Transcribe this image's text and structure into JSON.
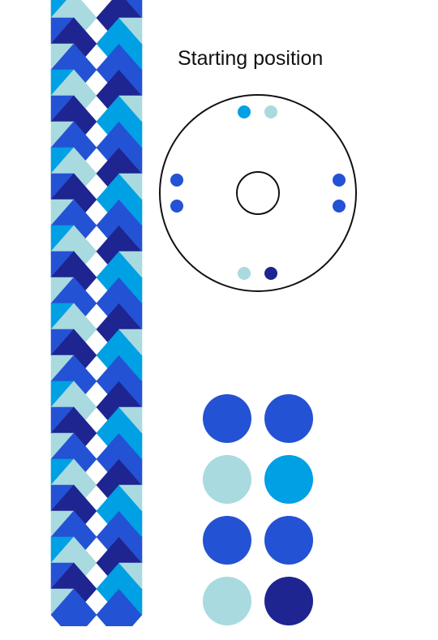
{
  "title": "Starting position",
  "colors": {
    "blue": "#2452d4",
    "light": "#a8dadf",
    "cyan": "#00a0e4",
    "navy": "#1e2490",
    "line": "#111111"
  },
  "braid_cells": [
    "CLDB",
    "BDCL",
    "LBBC",
    "CLDB",
    "BDCL",
    "LBBC",
    "CLDB",
    "BDCL",
    "LBBC",
    "CLDB",
    "BDCL",
    "LBBC",
    "CLDB",
    "BDCL",
    "LBBC",
    "CLDB",
    "BDCL",
    "LBBC",
    "CLDB",
    "BDCL",
    "LBBC",
    "CLDB",
    "BDCL",
    "LBBC"
  ],
  "disk_dots": [
    {
      "id": "top-left",
      "color": "cyan"
    },
    {
      "id": "top-right",
      "color": "light"
    },
    {
      "id": "left-upper",
      "color": "blue"
    },
    {
      "id": "left-lower",
      "color": "blue"
    },
    {
      "id": "right-upper",
      "color": "blue"
    },
    {
      "id": "right-lower",
      "color": "blue"
    },
    {
      "id": "bottom-left",
      "color": "light"
    },
    {
      "id": "bottom-right",
      "color": "navy"
    }
  ],
  "legend_grid": [
    [
      "blue",
      "blue"
    ],
    [
      "light",
      "cyan"
    ],
    [
      "blue",
      "blue"
    ],
    [
      "light",
      "navy"
    ]
  ]
}
